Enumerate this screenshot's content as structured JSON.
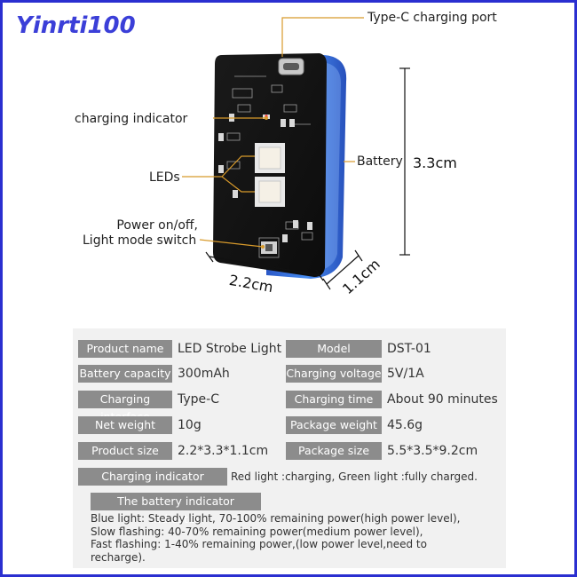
{
  "brand": "Yinrti100",
  "callouts": {
    "type_c_port": "Type-C charging port",
    "charging_indicator": "charging indicator",
    "leds": "LEDs",
    "power_switch_line1": "Power on/off,",
    "power_switch_line2": "Light mode switch",
    "battery": "Battery"
  },
  "dimensions": {
    "height": "3.3cm",
    "width": "2.2cm",
    "depth": "1.1cm"
  },
  "specs": [
    {
      "label": "Product name",
      "value": "LED Strobe Light",
      "label2": "Model",
      "value2": "DST-01"
    },
    {
      "label": "Battery capacity",
      "value": "300mAh",
      "label2": "Charging voltage",
      "value2": "5V/1A"
    },
    {
      "label": "Charging interface",
      "value": "Type-C",
      "label2": "Charging time",
      "value2": "About 90 minutes"
    },
    {
      "label": "Net weight",
      "value": "10g",
      "label2": "Package weight",
      "value2": "45.6g"
    },
    {
      "label": "Product size",
      "value": "2.2*3.3*1.1cm",
      "label2": "Package size",
      "value2": "5.5*3.5*9.2cm"
    }
  ],
  "charging_indicator": {
    "label": "Charging indicator",
    "value": "Red light :charging, Green light :fully charged."
  },
  "battery_indicator": {
    "label": "The battery indicator indicates",
    "lines": [
      "Blue light: Steady light, 70-100% remaining power(high power level),",
      "Slow flashing: 40-70% remaining power(medium power level),",
      "Fast flashing: 1-40% remaining power,(low power level,need to",
      "recharge)."
    ]
  },
  "colors": {
    "brand": "#3b3fd8",
    "frame": "#2a2fd0",
    "label_bg": "#8c8c8c",
    "table_bg": "#f1f1f1",
    "battery_blue": "#2f6fe0"
  }
}
